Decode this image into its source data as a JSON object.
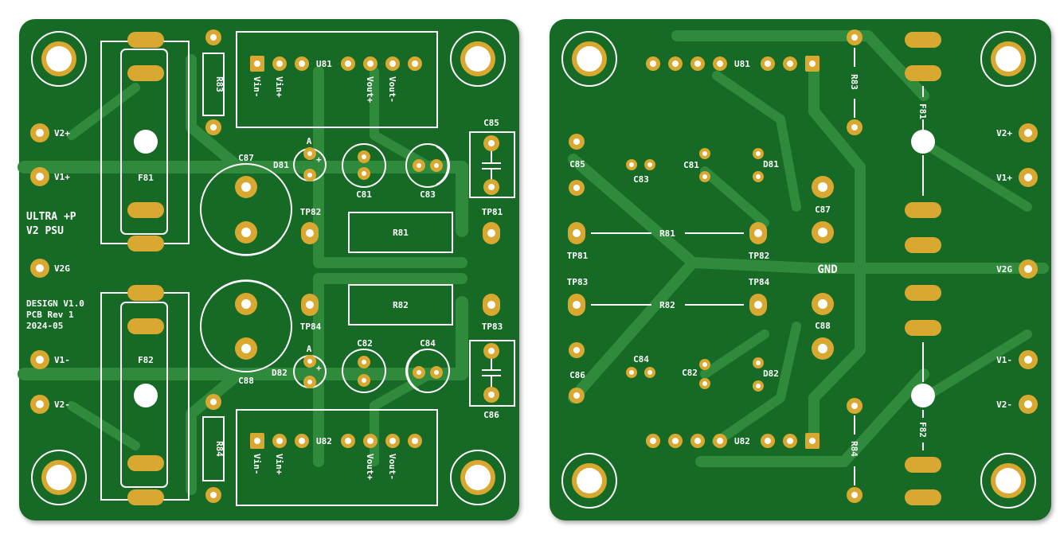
{
  "colors": {
    "board": "#186a27",
    "trace": "#2f8a3c",
    "pad": "#d9a830",
    "silkscreen": "#ffffff",
    "background": "#ffffff"
  },
  "front": {
    "title": "ULTRA +P",
    "subtitle": "V2 PSU",
    "design": "DESIGN V1.0",
    "pcb": "PCB Rev 1",
    "date": "2024-05",
    "u1_ref": "U81",
    "u2_ref": "U82",
    "u_pins": [
      "Vin-",
      "Vin+",
      "Vout+",
      "Vout-"
    ],
    "refs": {
      "r83": "R83",
      "r84": "R84",
      "r81": "R81",
      "r82": "R82",
      "f81": "F81",
      "f82": "F82",
      "c87": "C87",
      "c88": "C88",
      "d81": "D81",
      "d82": "D82",
      "c81": "C81",
      "c83": "C83",
      "c82": "C82",
      "c84": "C84",
      "c85": "C85",
      "c86": "C86",
      "tp81": "TP81",
      "tp82": "TP82",
      "tp83": "TP83",
      "tp84": "TP84",
      "anode": "A",
      "plus": "+"
    },
    "rails": [
      "V2+",
      "V1+",
      "V2G",
      "V1-",
      "V2-"
    ]
  },
  "back": {
    "gnd": "GND",
    "u1_ref": "U81",
    "u2_ref": "U82",
    "refs": {
      "r83": "R83",
      "r84": "R84",
      "r81": "R81",
      "r82": "R82",
      "f81": "F81",
      "f82": "F82",
      "c85": "C85",
      "c86": "C86",
      "c83": "C83",
      "c84": "C84",
      "c81": "C81",
      "c82": "C82",
      "d81": "D81",
      "d82": "D82",
      "c87": "C87",
      "c88": "C88",
      "tp81": "TP81",
      "tp82": "TP82",
      "tp83": "TP83",
      "tp84": "TP84"
    },
    "rails": [
      "V2+",
      "V1+",
      "V2G",
      "V1-",
      "V2-"
    ]
  }
}
